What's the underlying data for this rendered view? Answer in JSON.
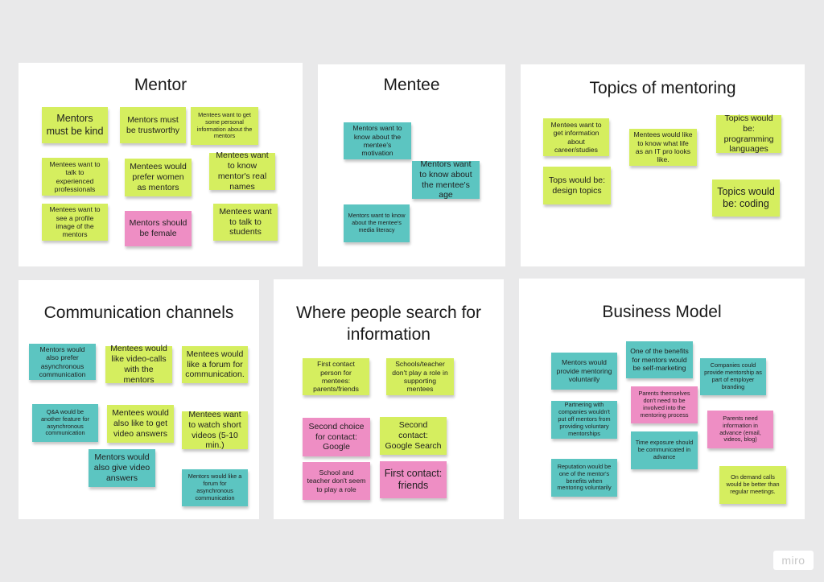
{
  "boards": {
    "mentor": {
      "title": "Mentor",
      "notes": [
        "Mentors must be kind",
        "Mentors must be  trustworthy",
        "Mentees want to get some personal information about the mentors",
        "Mentees want to talk to experienced professionals",
        "Mentees would prefer women as mentors",
        "Mentees want to know mentor's real names",
        "Mentees want to see a profile image of the mentors",
        "Mentors should be female",
        "Mentees want to talk to students"
      ]
    },
    "mentee": {
      "title": "Mentee",
      "notes": [
        "Mentors want to know about the mentee's motivation",
        "Mentors want to know about the mentee's age",
        "Mentors want to know about the mentee's media literacy"
      ]
    },
    "topics": {
      "title": "Topics of mentoring",
      "notes": [
        "Mentees want to get information about career/studies",
        "Mentees would like to know what life as an IT pro looks like.",
        "Topics would be: programming languages",
        "Tops would be: design topics",
        "Topics would be: coding"
      ]
    },
    "channels": {
      "title": "Communication channels",
      "notes": [
        "Mentors would also prefer asynchronous communication",
        "Mentees would like video-calls with the mentors",
        "Mentees would like a forum for communication.",
        "Q&A would be another feature for asynchronous communication",
        "Mentees would also like to get video answers",
        "Mentees want to watch short videos  (5-10 min.)",
        "Mentors would also give video answers",
        "Mentors would like a forum for asynchronous communication"
      ]
    },
    "search": {
      "title": "Where people search for information",
      "notes": [
        "First contact person for mentees: parents/friends",
        "Schools/teacher don't play a role in supporting mentees",
        "Second choice for contact: Google",
        "Second contact: Google Search",
        "School and teacher don't seem to play a role",
        "First contact: friends"
      ]
    },
    "business": {
      "title": "Business Model",
      "notes": [
        "Mentors would provide mentoring voluntarily",
        "One of the benefits for mentors would be self-marketing",
        "Companies could provide mentorship as part of employer branding",
        "Parents themselves don't need to be involved into the mentoring process",
        "Partnering with companies wouldn't put off mentors from providing voluntary mentorships",
        "Parents need information in advance (email, videos, blog)",
        "Time exposure should be communicated in advance",
        "Reputation would be one of the mentor's benefits when mentoring voluntarily",
        "On demand calls would be better than regular meetings."
      ]
    }
  },
  "colors": {
    "yellow": "#d5ee5f",
    "teal": "#5cc5c1",
    "pink": "#ee8ec4",
    "canvas": "#e9e9ea"
  },
  "branding": {
    "logo_text": "miro"
  }
}
